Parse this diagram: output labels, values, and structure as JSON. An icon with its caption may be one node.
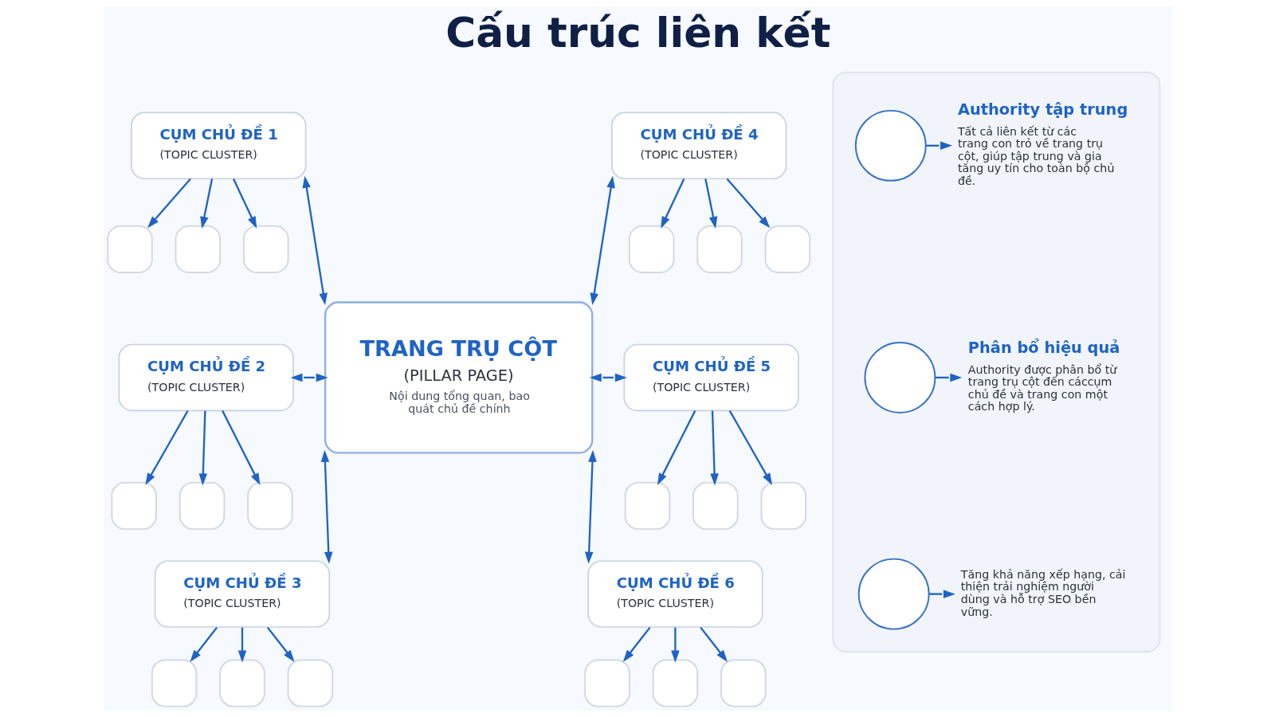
{
  "diagram": {
    "title": "Cấu trúc liên kết",
    "nodes": [
      {
        "text": [
          "TRANG TRỤ CỘT",
          "(PILLAR PAGE)",
          "Nội dung tổng quan, bao quát chủ đề chính"
        ]
      },
      {
        "text": [
          "CỤM CHỦ ĐỀ 1",
          "(TOPIC CLUSTER)"
        ]
      },
      {
        "text": [],
        "shape": "box"
      },
      {
        "text": [],
        "shape": "box"
      },
      {
        "text": [],
        "shape": "box"
      },
      {
        "text": [
          "CỤM CHỦ ĐỀ 2",
          "(TOPIC CLUSTER)"
        ]
      },
      {
        "text": [],
        "shape": "box"
      },
      {
        "text": [],
        "shape": "box"
      },
      {
        "text": [],
        "shape": "box"
      },
      {
        "text": [
          "CỤM CHỦ ĐỀ 3",
          "(TOPIC CLUSTER)"
        ]
      },
      {
        "text": [],
        "shape": "box"
      },
      {
        "text": [],
        "shape": "box"
      },
      {
        "text": [],
        "shape": "box"
      },
      {
        "text": [
          "CỤM CHỦ ĐỀ 4",
          "(TOPIC CLUSTER)"
        ]
      },
      {
        "text": [],
        "shape": "box"
      },
      {
        "text": [],
        "shape": "box"
      },
      {
        "text": [],
        "shape": "box"
      },
      {
        "text": [
          "CỤM CHỦ ĐỀ 5",
          "(TOPIC CLUSTER)"
        ]
      },
      {
        "text": [],
        "shape": "box"
      },
      {
        "text": [],
        "shape": "box"
      },
      {
        "text": [],
        "shape": "box"
      },
      {
        "text": [
          "CỤM CHỦ ĐỀ 6",
          "(TOPIC CLUSTER)"
        ]
      },
      {
        "text": [],
        "shape": "box"
      },
      {
        "text": [],
        "shape": "box"
      },
      {
        "text": [],
        "shape": "box"
      },
      {
        "text": [],
        "shape": "box"
      },
      {
        "text": [],
        "shape": "circle",
        "in": 25
      },
      {
        "text": [
          "Authority tập trung",
          "Tất cả liên kết từ các trang con trỏ về trang trụ cột, giúp tập trung và gia tăng uy tín cho toàn bộ chủ đề."
        ],
        "in": 25
      },
      {
        "text": [],
        "shape": "circle",
        "in": 25
      },
      {
        "text": [
          "Phân bổ hiệu quả",
          "Authority được phân bổ từ trang trụ cột đến cáccụm chủ đề và trang con một cách hợp lý."
        ],
        "in": 25
      },
      {
        "text": [],
        "shape": "circle",
        "in": 25
      },
      {
        "text": [
          "Tăng khả năng xếp hạng, cải thiện trải nghiệm người dùng và hỗ trợ SEO bền vững."
        ],
        "in": 25
      }
    ],
    "edges": [
      {
        "from": 1,
        "to": 0,
        "arrow": "both"
      },
      {
        "from": 5,
        "to": 0,
        "arrow": "both"
      },
      {
        "from": 0,
        "to": 9,
        "arrow": "both"
      },
      {
        "from": 13,
        "to": 0,
        "arrow": "both"
      },
      {
        "from": 0,
        "to": 17,
        "arrow": "both"
      },
      {
        "from": 0,
        "to": 21,
        "arrow": "both"
      },
      {
        "from": 1,
        "to": 2,
        "arrow": "to"
      },
      {
        "from": 1,
        "to": 3,
        "arrow": "to"
      },
      {
        "from": 1,
        "to": 4,
        "arrow": "to"
      },
      {
        "from": 5,
        "to": 6,
        "arrow": "to"
      },
      {
        "from": 5,
        "to": 7,
        "arrow": "to"
      },
      {
        "from": 5,
        "to": 8,
        "arrow": "to"
      },
      {
        "from": 9,
        "to": 10,
        "arrow": "to"
      },
      {
        "from": 9,
        "to": 11,
        "arrow": "to"
      },
      {
        "from": 9,
        "to": 12,
        "arrow": "to"
      },
      {
        "from": 13,
        "to": 14,
        "arrow": "to"
      },
      {
        "from": 13,
        "to": 15,
        "arrow": "to"
      },
      {
        "from": 13,
        "to": 16,
        "arrow": "to"
      },
      {
        "from": 17,
        "to": 18,
        "arrow": "to"
      },
      {
        "from": 17,
        "to": 19,
        "arrow": "to"
      },
      {
        "from": 17,
        "to": 20,
        "arrow": "to"
      },
      {
        "from": 21,
        "to": 22,
        "arrow": "to"
      },
      {
        "from": 21,
        "to": 23,
        "arrow": "to"
      },
      {
        "from": 21,
        "to": 24,
        "arrow": "to"
      },
      {
        "from": 26,
        "to": 27,
        "arrow": "to"
      },
      {
        "from": 28,
        "to": 29,
        "arrow": "to"
      },
      {
        "from": 30,
        "to": 31,
        "arrow": "to"
      }
    ]
  }
}
